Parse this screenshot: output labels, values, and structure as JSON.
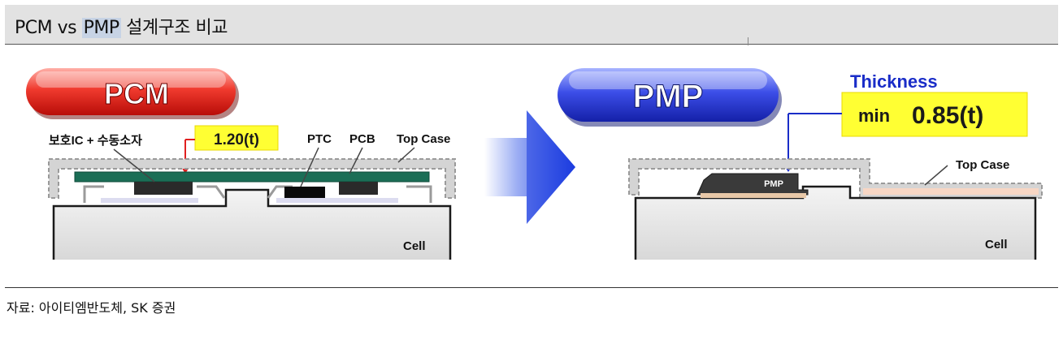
{
  "header": {
    "title_pre": "PCM vs ",
    "title_hl": "PMP",
    "title_post": " 설계구조 비교"
  },
  "pcm": {
    "badge": "PCM",
    "label_ic": "보호IC + 수동소자",
    "thickness": "1.20(t)",
    "label_ptc": "PTC",
    "label_pcb": "PCB",
    "label_topcase": "Top Case",
    "label_cell": "Cell"
  },
  "pmp": {
    "badge": "PMP",
    "thickness_title": "Thickness",
    "thickness_min": "min",
    "thickness_value": "0.85(t)",
    "chip_label": "PMP",
    "label_topcase": "Top Case",
    "label_cell": "Cell"
  },
  "source": "자료: 아이티엠반도체, SK 증권",
  "colors": {
    "pcm_badge": "#e8201c",
    "pmp_badge": "#2e3fd6",
    "arrow": "#2244e0",
    "pcb_green": "#1b6e56",
    "highlight_yellow": "#ffff33",
    "dashed_case": "#a8a8a8"
  }
}
